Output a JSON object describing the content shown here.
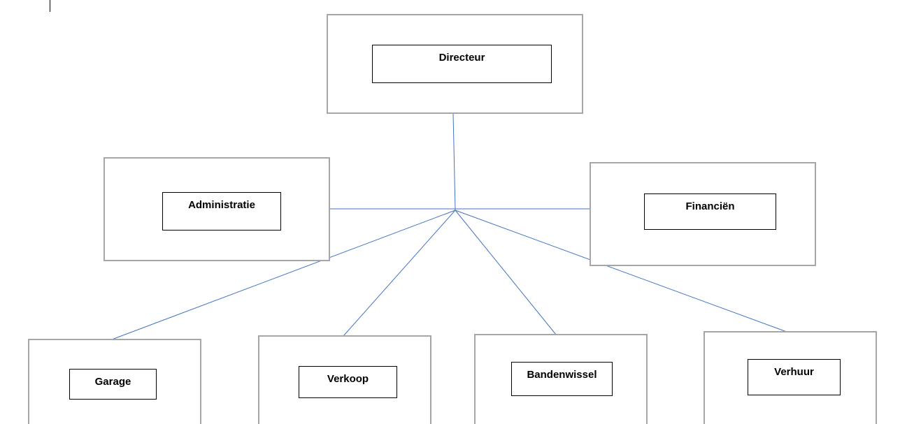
{
  "diagram": {
    "connector_color": "#4472c4",
    "box_border_color": "#a6a6a6",
    "nodes": {
      "directeur": "Directeur",
      "administratie": "Administratie",
      "financien": "Financiën",
      "garage": "Garage",
      "verkoop": "Verkoop",
      "bandenwissel": "Bandenwissel",
      "verhuur": "Verhuur"
    }
  }
}
